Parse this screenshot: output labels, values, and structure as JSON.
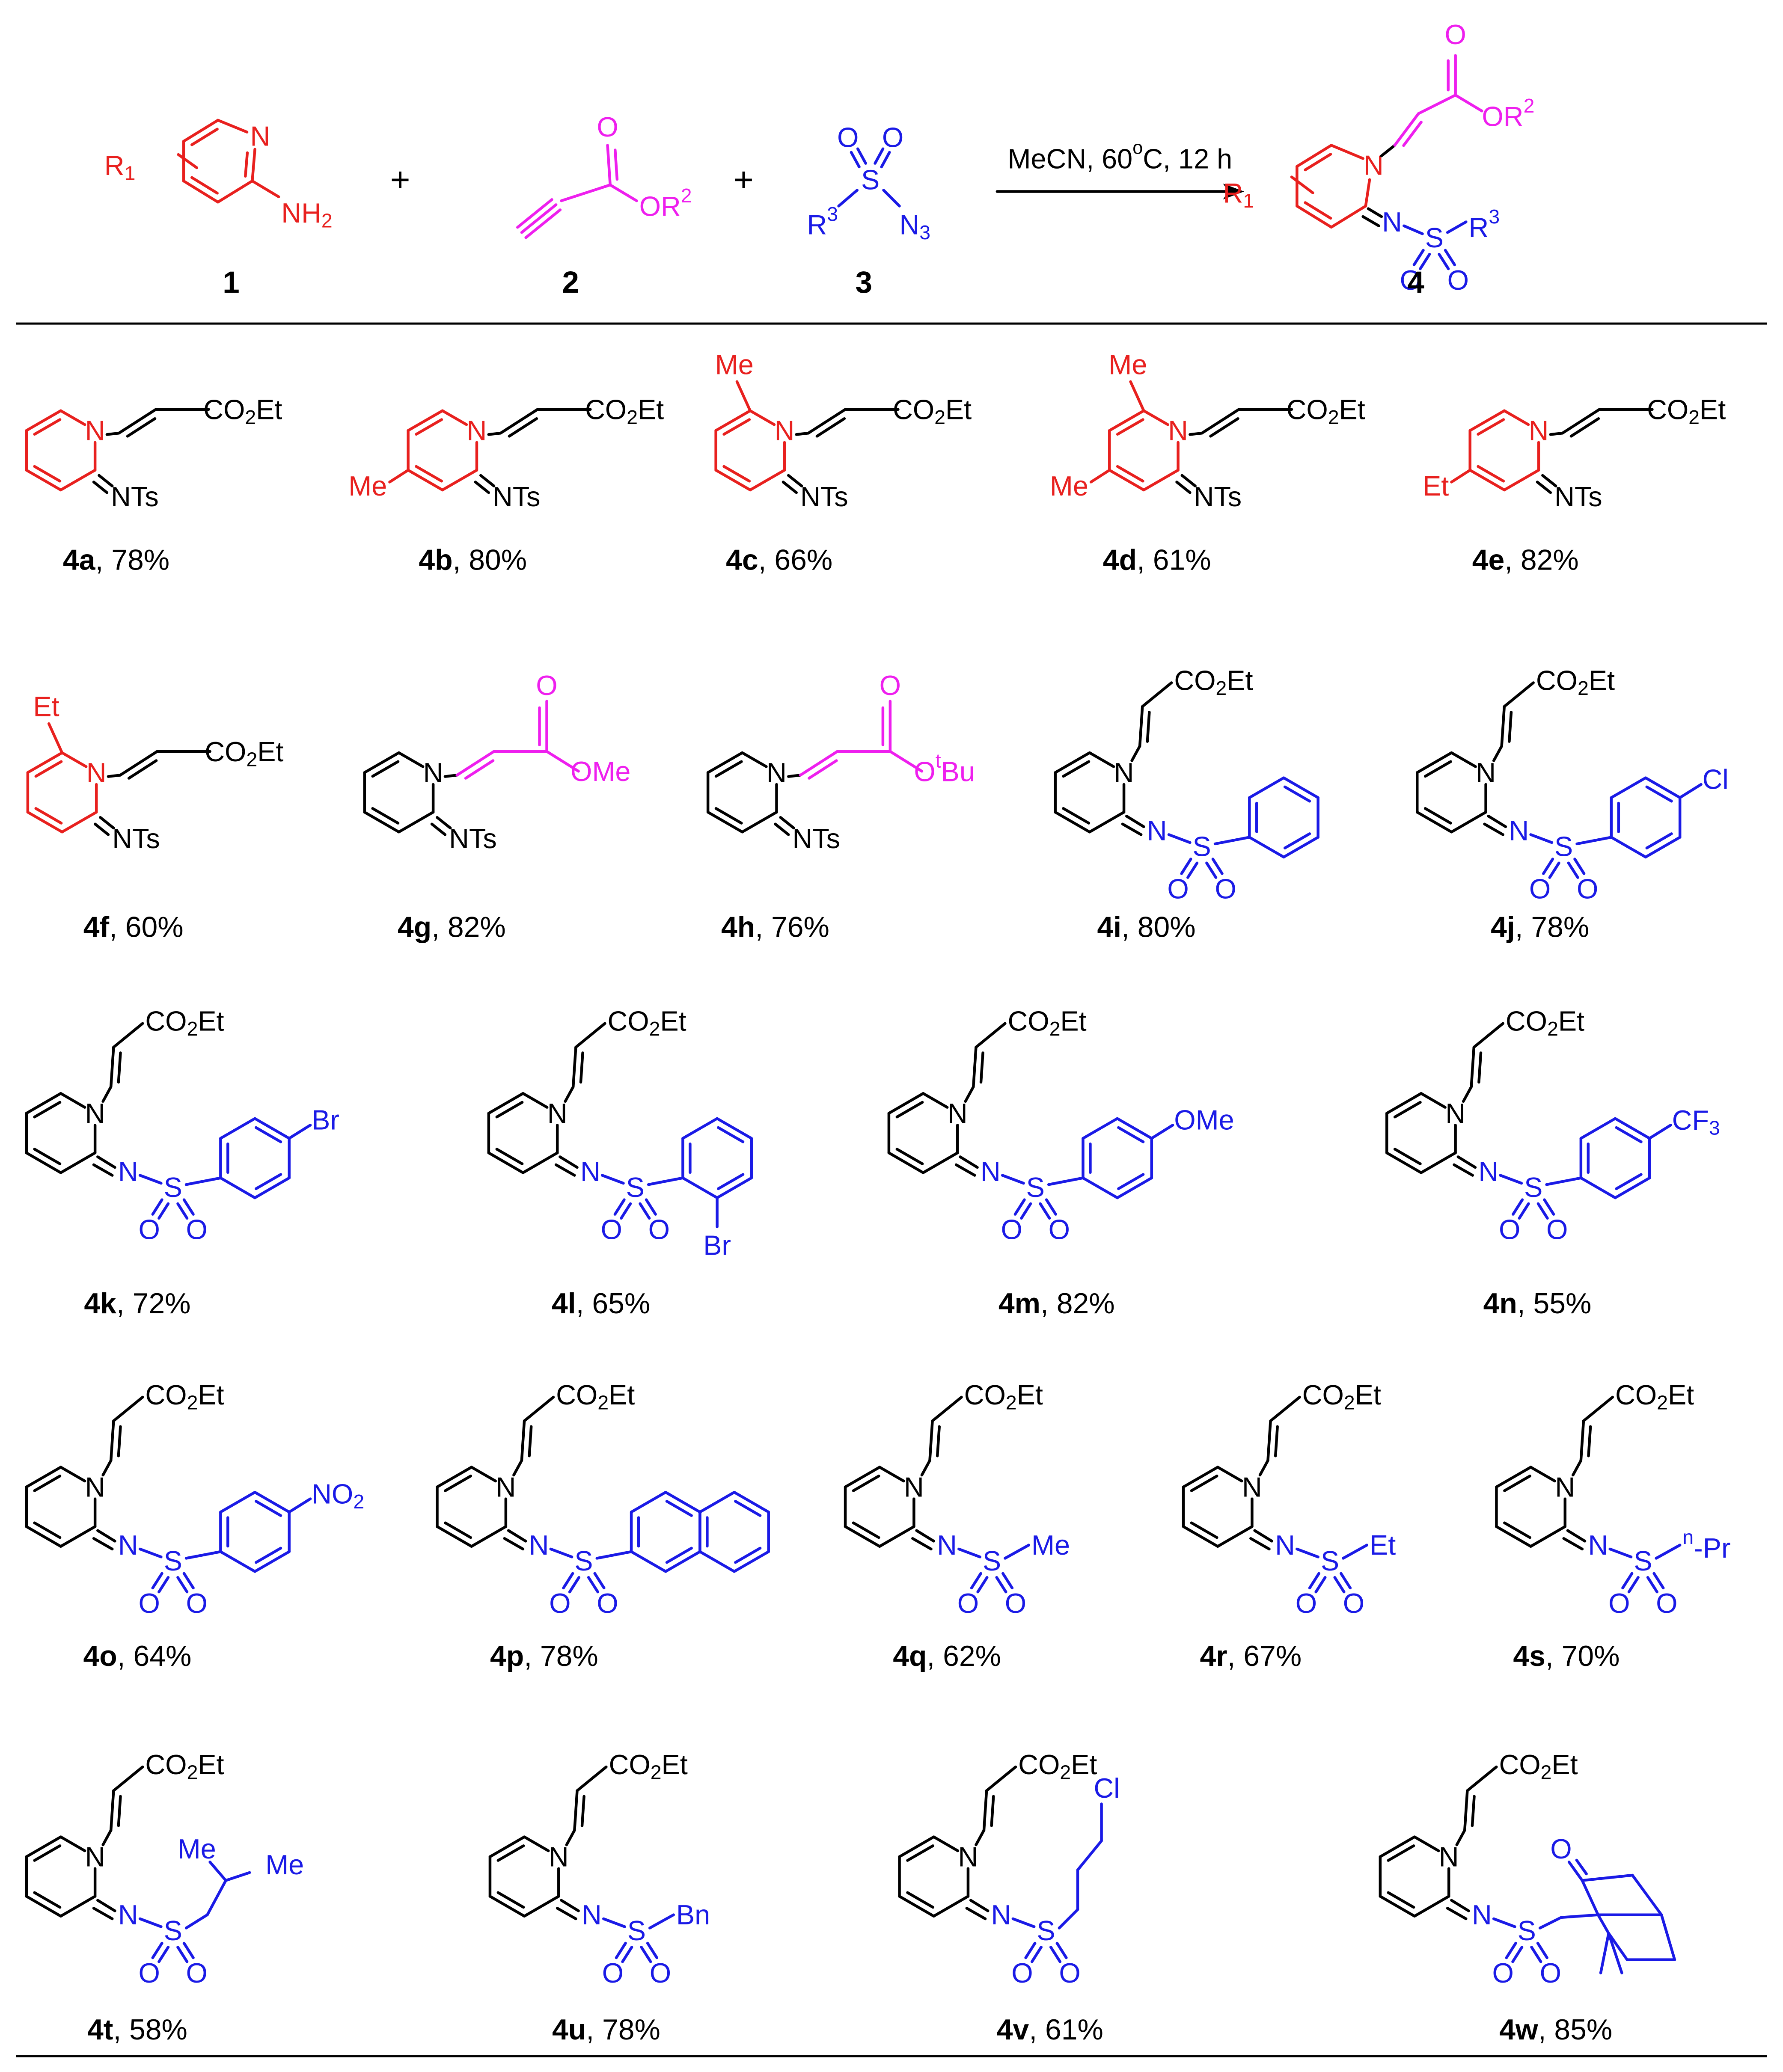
{
  "colors": {
    "pyridine": "#e8201e",
    "alkyne": "#ee1fee",
    "sulfonyl": "#1a1ae6",
    "ink": "#000000"
  },
  "reaction": {
    "conditions": "MeCN, 60°C, 12 h",
    "plus": "+",
    "reactant_labels": [
      "1",
      "2",
      "3"
    ],
    "product_label": "4",
    "r1": "R1",
    "nh2": "NH2",
    "or2": "OR2",
    "r3": "R3",
    "n3": "N3",
    "n": "N",
    "s": "S",
    "o": "O"
  },
  "substituent_labels": {
    "co2et": "CO2Et",
    "nts": "NTs",
    "me": "Me",
    "et": "Et",
    "ome": "OMe",
    "otbu": "Ot-Bu",
    "cl": "Cl",
    "br": "Br",
    "cf3": "CF3",
    "no2": "NO2",
    "npr": "n-Pr",
    "bn": "Bn"
  },
  "products": [
    {
      "id": "4a",
      "yield": "78%"
    },
    {
      "id": "4b",
      "yield": "80%"
    },
    {
      "id": "4c",
      "yield": "66%"
    },
    {
      "id": "4d",
      "yield": "61%"
    },
    {
      "id": "4e",
      "yield": "82%"
    },
    {
      "id": "4f",
      "yield": "60%"
    },
    {
      "id": "4g",
      "yield": "82%"
    },
    {
      "id": "4h",
      "yield": "76%"
    },
    {
      "id": "4i",
      "yield": "80%"
    },
    {
      "id": "4j",
      "yield": "78%"
    },
    {
      "id": "4k",
      "yield": "72%"
    },
    {
      "id": "4l",
      "yield": "65%"
    },
    {
      "id": "4m",
      "yield": "82%"
    },
    {
      "id": "4n",
      "yield": "55%"
    },
    {
      "id": "4o",
      "yield": "64%"
    },
    {
      "id": "4p",
      "yield": "78%"
    },
    {
      "id": "4q",
      "yield": "62%"
    },
    {
      "id": "4r",
      "yield": "67%"
    },
    {
      "id": "4s",
      "yield": "70%"
    },
    {
      "id": "4t",
      "yield": "58%"
    },
    {
      "id": "4u",
      "yield": "78%"
    },
    {
      "id": "4v",
      "yield": "61%"
    },
    {
      "id": "4w",
      "yield": "85%"
    }
  ]
}
